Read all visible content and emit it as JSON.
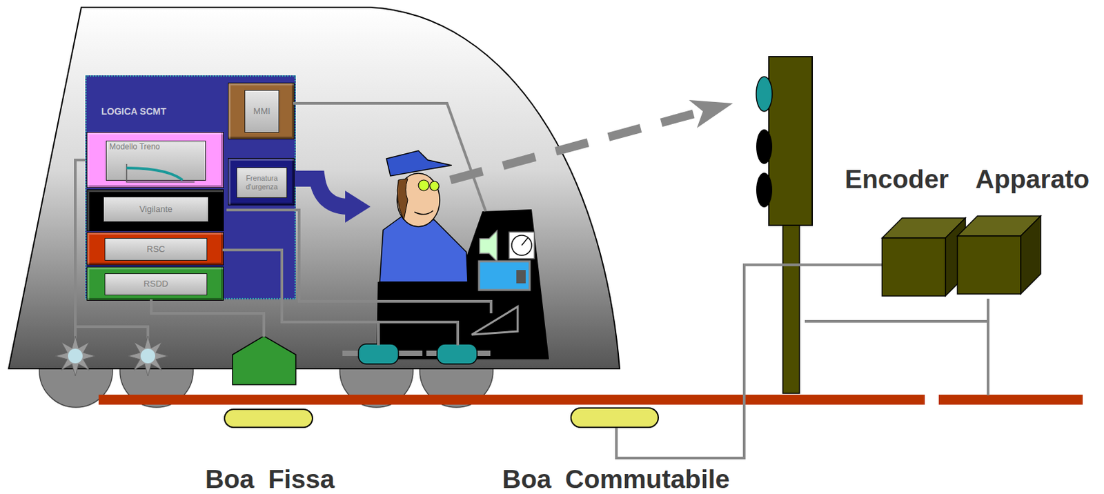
{
  "diagram": {
    "nodes": [
      {
        "text": [
          "LOGICA SCMT"
        ]
      },
      {
        "text": [
          "MMI"
        ],
        "in": 0
      },
      {
        "text": [
          "Modello Treno"
        ],
        "in": 0
      },
      {
        "text": [
          "Frenatura d'urgenza"
        ],
        "in": 0
      },
      {
        "text": [
          "Vigilante"
        ],
        "in": 0
      },
      {
        "text": [
          "RSC"
        ],
        "in": 0
      },
      {
        "text": [
          "RSDD"
        ],
        "in": 0
      },
      {
        "text": [
          "Encoder"
        ]
      },
      {
        "text": [
          "Apparato"
        ]
      },
      {
        "text": [
          "Boa Fissa"
        ]
      },
      {
        "text": [
          "Boa Commutabile"
        ]
      }
    ],
    "edges": [
      {
        "from": 10,
        "to": 7,
        "arrow": "none"
      }
    ]
  }
}
